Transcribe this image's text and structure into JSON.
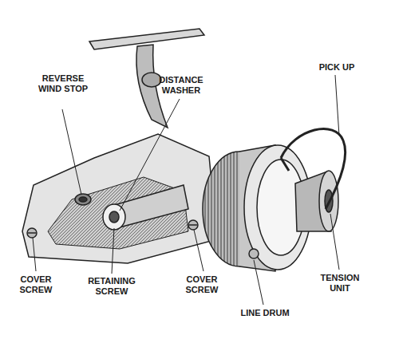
{
  "diagram": {
    "labels": [
      "REVERSE WIND STOP",
      "DISTANCE WASHER",
      "PICK UP",
      "RETAINING SCREW",
      "COVER SCREW",
      "COVER SCREW",
      "LINE DRUM",
      "TENSION UNIT"
    ]
  }
}
